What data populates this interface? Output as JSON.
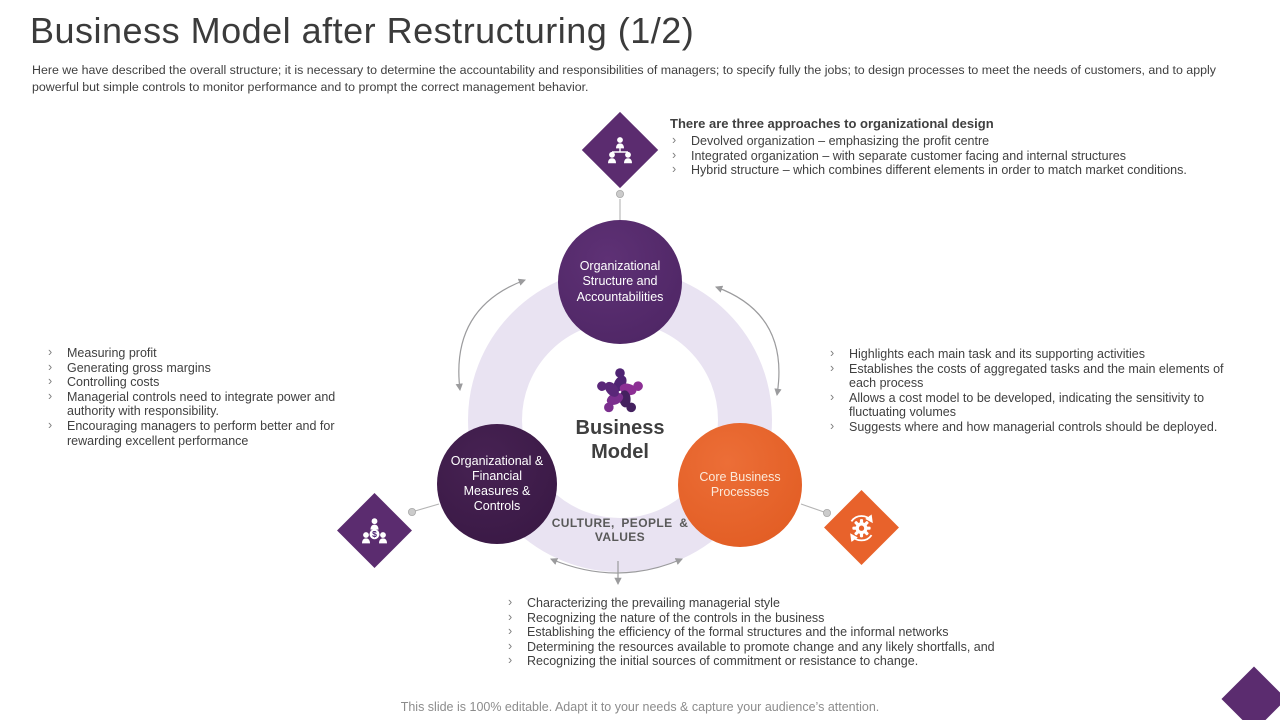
{
  "slide": {
    "title": "Business Model after Restructuring (1/2)",
    "subtitle": "Here we have described the overall structure; it is necessary to determine the accountability and responsibilities of managers; to specify fully the jobs; to design processes to meet the needs of customers, and to apply powerful but simple controls to monitor performance and to prompt the correct management behavior.",
    "footer": "This slide is 100% editable. Adapt it to your needs & capture your audience’s attention."
  },
  "bullet_char": "›",
  "approaches": {
    "heading": "There are three approaches to organizational design",
    "items": [
      "Devolved organization – emphasizing the profit centre",
      "Integrated organization – with separate customer facing and internal structures",
      "Hybrid structure – which combines different elements in order to match market conditions."
    ]
  },
  "left_list": {
    "items": [
      "Measuring profit",
      "Generating gross margins",
      "Controlling costs",
      "Managerial controls need to integrate power and authority with responsibility.",
      "Encouraging managers to perform better and for rewarding excellent performance"
    ]
  },
  "right_list": {
    "items": [
      "Highlights each main task and its supporting activities",
      "Establishes the costs of aggregated tasks and the main elements of each process",
      "Allows a cost model to be developed, indicating the sensitivity to fluctuating volumes",
      "Suggests where and how managerial controls should be deployed."
    ]
  },
  "bottom_list": {
    "items": [
      "Characterizing the prevailing managerial style",
      "Recognizing the nature of the controls in the business",
      "Establishing the efficiency of the formal structures and the informal networks",
      "Determining the resources available to promote change and any likely shortfalls, and",
      "Recognizing the initial sources of commitment or resistance to change."
    ]
  },
  "diagram": {
    "center_title": "Business Model",
    "center_subtitle": "CULTURE, PEOPLE & VALUES",
    "nodes": [
      {
        "label": "Organizational Structure and Accountabilities",
        "color": "#54286b"
      },
      {
        "label": "Organizational & Financial Measures & Controls",
        "color": "#3f1e4d"
      },
      {
        "label": "Core Business Processes",
        "color": "#e8622b"
      }
    ],
    "icons": [
      "org-chart-icon",
      "people-finance-icon",
      "gear-process-icon",
      "teamwork-icon"
    ]
  },
  "colors": {
    "purple": "#5b2c6f",
    "dark_purple": "#3f1e4d",
    "mid_purple": "#54286b",
    "orange": "#e8622b",
    "ring": "#e9e3f2",
    "arrow_gray": "#9b9b9d",
    "text_dark": "#3f3f3f",
    "text_gray": "#8c8c8c"
  }
}
